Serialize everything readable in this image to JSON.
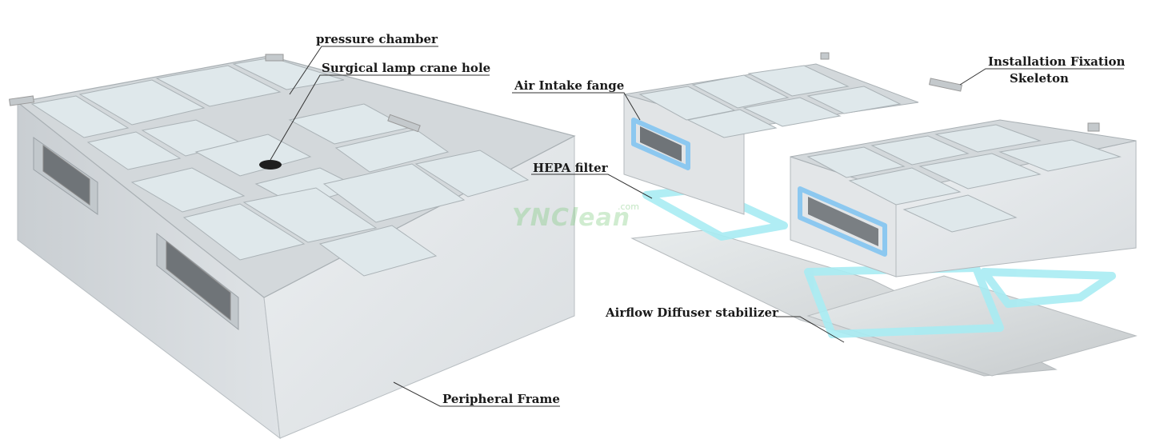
{
  "labels": {
    "pressure_chamber": "pressure chamber",
    "crane_hole": "Surgical lamp crane hole",
    "peripheral_frame": "Peripheral Frame",
    "air_intake": "Air Intake fange",
    "hepa_filter": "HEPA filter",
    "airflow_diffuser": "Airflow Diffuser stabilizer",
    "installation_line1": "Installation Fixation",
    "installation_line2": "Skeleton"
  },
  "watermark": {
    "brand": "YNClean",
    "suffix": ".com"
  },
  "colors": {
    "panel_face": "#dfe7ea",
    "frame": "#cdd3d6",
    "side": "#e3e6e8",
    "hepa_glow": "#9fe6f0",
    "intake_highlight": "#8cc8f0"
  }
}
